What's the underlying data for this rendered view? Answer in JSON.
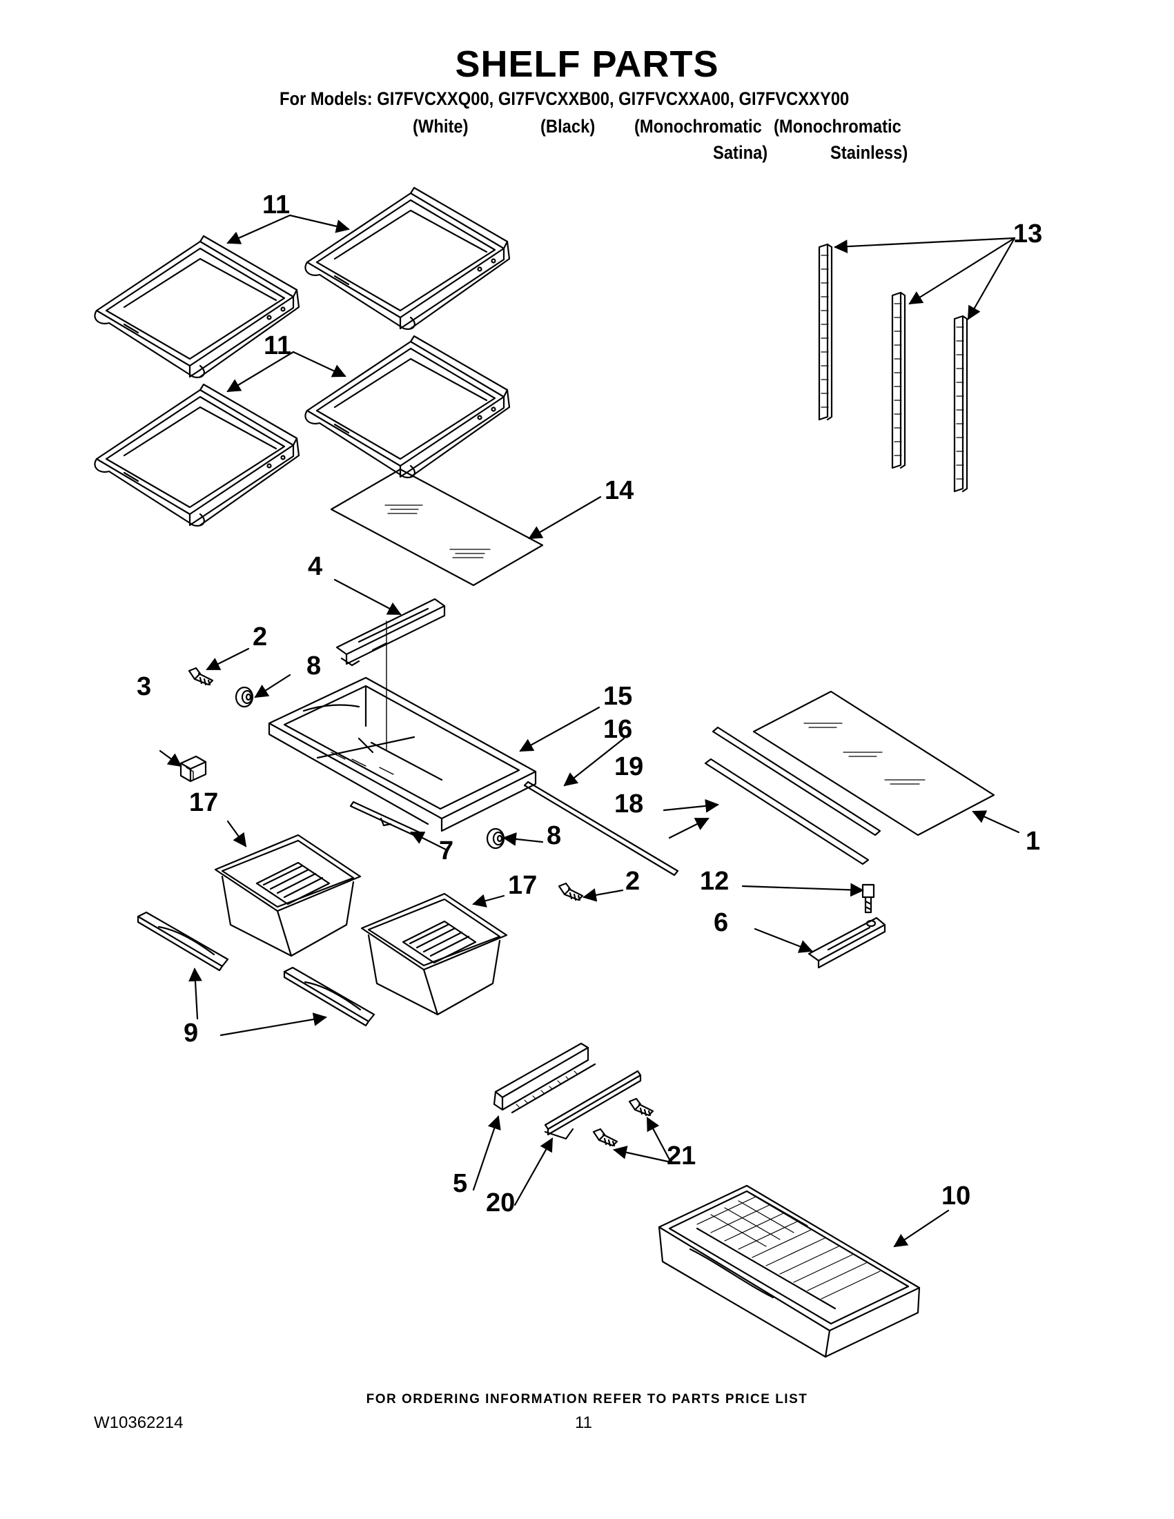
{
  "header": {
    "title": "SHELF PARTS",
    "models_line": "For Models: GI7FVCXXQ00, GI7FVCXXB00, GI7FVCXXA00, GI7FVCXXY00",
    "variant_white": "(White)",
    "variant_black": "(Black)",
    "variant_mono1_a": "(Monochromatic",
    "variant_mono2_a": "(Monochromatic",
    "variant_mono1_b": "Satina)",
    "variant_mono2_b": "Stainless)"
  },
  "callouts": {
    "c1": "1",
    "c2a": "2",
    "c2b": "2",
    "c3": "3",
    "c4": "4",
    "c5": "5",
    "c6": "6",
    "c7": "7",
    "c8a": "8",
    "c8b": "8",
    "c9": "9",
    "c10": "10",
    "c11a": "11",
    "c11b": "11",
    "c12": "12",
    "c13": "13",
    "c14": "14",
    "c15": "15",
    "c16": "16",
    "c17a": "17",
    "c17b": "17",
    "c18": "18",
    "c19": "19",
    "c20": "20",
    "c21": "21"
  },
  "footer": {
    "ordering_note": "FOR ORDERING INFORMATION REFER TO PARTS PRICE LIST",
    "document_number": "W10362214",
    "page_number": "11"
  }
}
